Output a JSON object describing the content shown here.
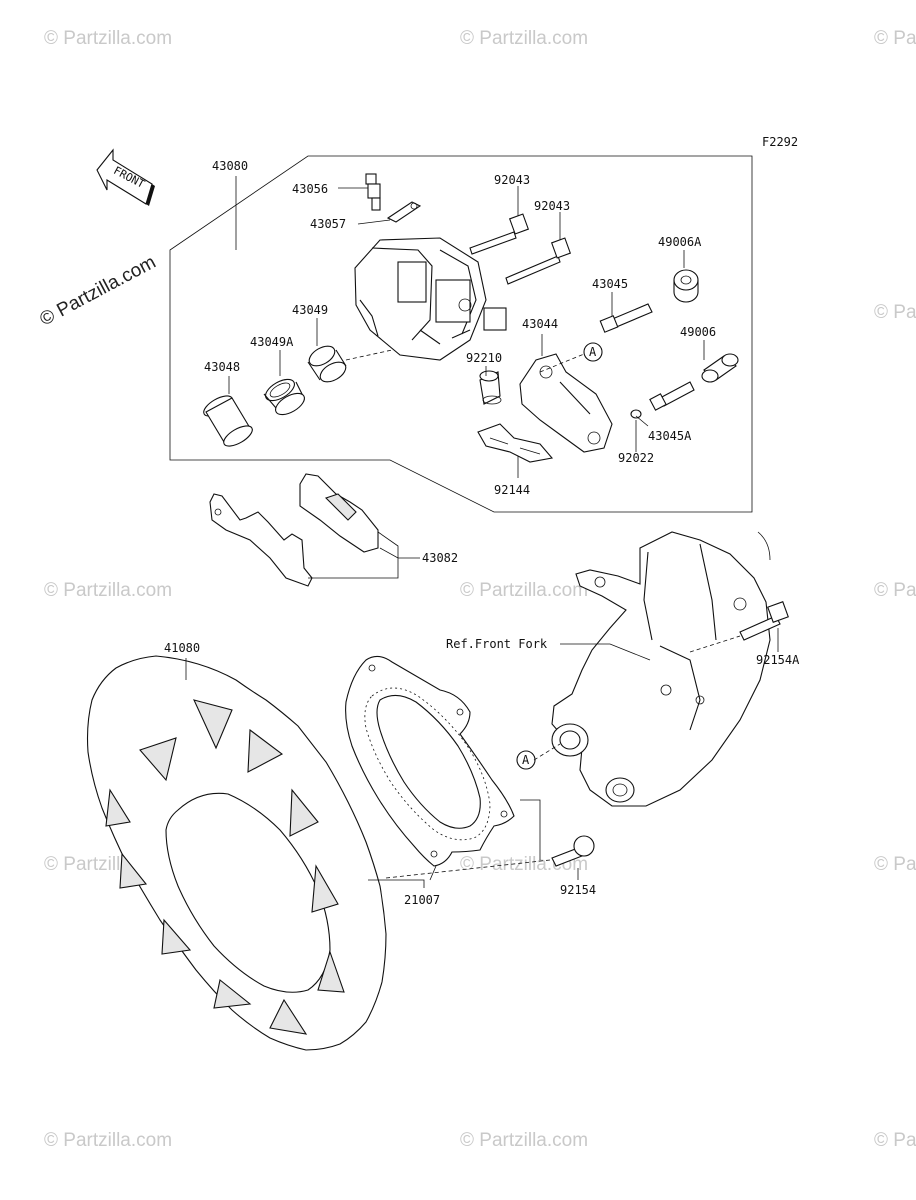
{
  "figure_code": "F2292",
  "front_arrow_label": "FRONT",
  "watermark_text": "© Partzilla.com",
  "watermark_text_corner": "© Partzilla.com",
  "reference_label": "Ref.Front Fork",
  "callout_a": "A",
  "parts": {
    "p43080": "43080",
    "p43056": "43056",
    "p43057": "43057",
    "p92043a": "92043",
    "p92043b": "92043",
    "p49006A": "49006A",
    "p43045": "43045",
    "p43049": "43049",
    "p43049A": "43049A",
    "p43048": "43048",
    "p43044": "43044",
    "p92210": "92210",
    "p49006": "49006",
    "p43045A": "43045A",
    "p92022": "92022",
    "p92144": "92144",
    "p43082": "43082",
    "p41080": "41080",
    "p21007": "21007",
    "p92154A": "92154A",
    "p92154": "92154"
  },
  "colors": {
    "line": "#111111",
    "watermark": "#c9c9c9",
    "background": "#ffffff"
  }
}
